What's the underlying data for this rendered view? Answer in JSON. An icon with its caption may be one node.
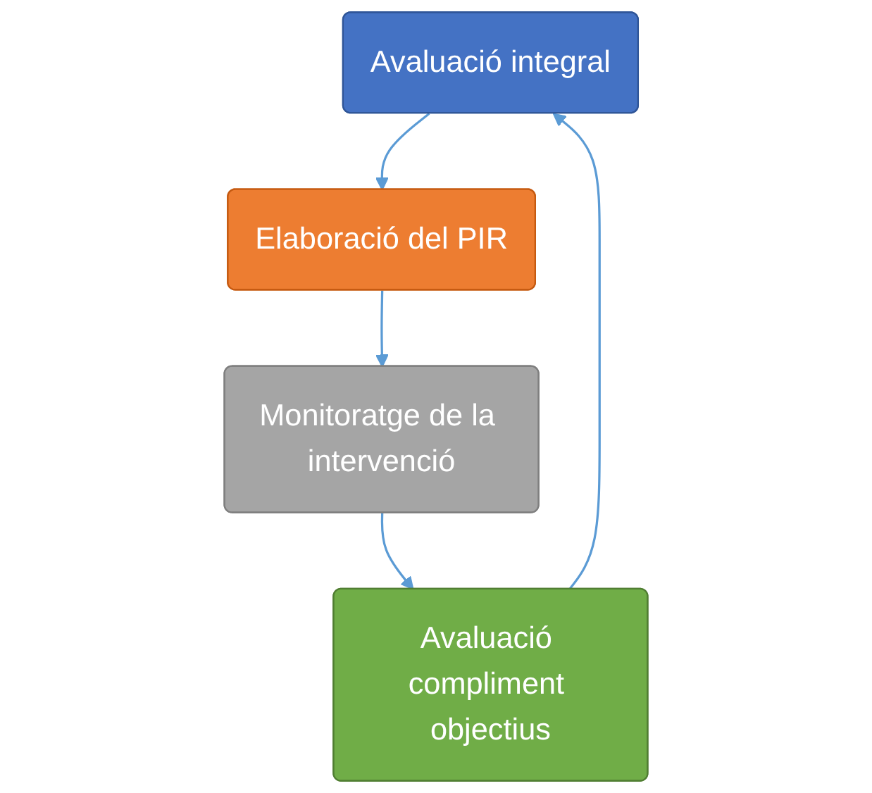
{
  "diagram": {
    "nodes": [
      {
        "text": [
          "Avaluació integral"
        ]
      },
      {
        "text": [
          "Elaboració del PIR"
        ]
      },
      {
        "text": [
          "Monitoratge de la intervenció"
        ]
      },
      {
        "text": [
          "Avaluació compliment objectius"
        ]
      }
    ],
    "edges": [
      {
        "from": 0,
        "to": 1,
        "arrow": "to"
      },
      {
        "from": 1,
        "to": 2,
        "arrow": "to"
      },
      {
        "from": 2,
        "to": 3,
        "arrow": "to"
      },
      {
        "from": 3,
        "to": 0,
        "arrow": "to"
      }
    ]
  }
}
